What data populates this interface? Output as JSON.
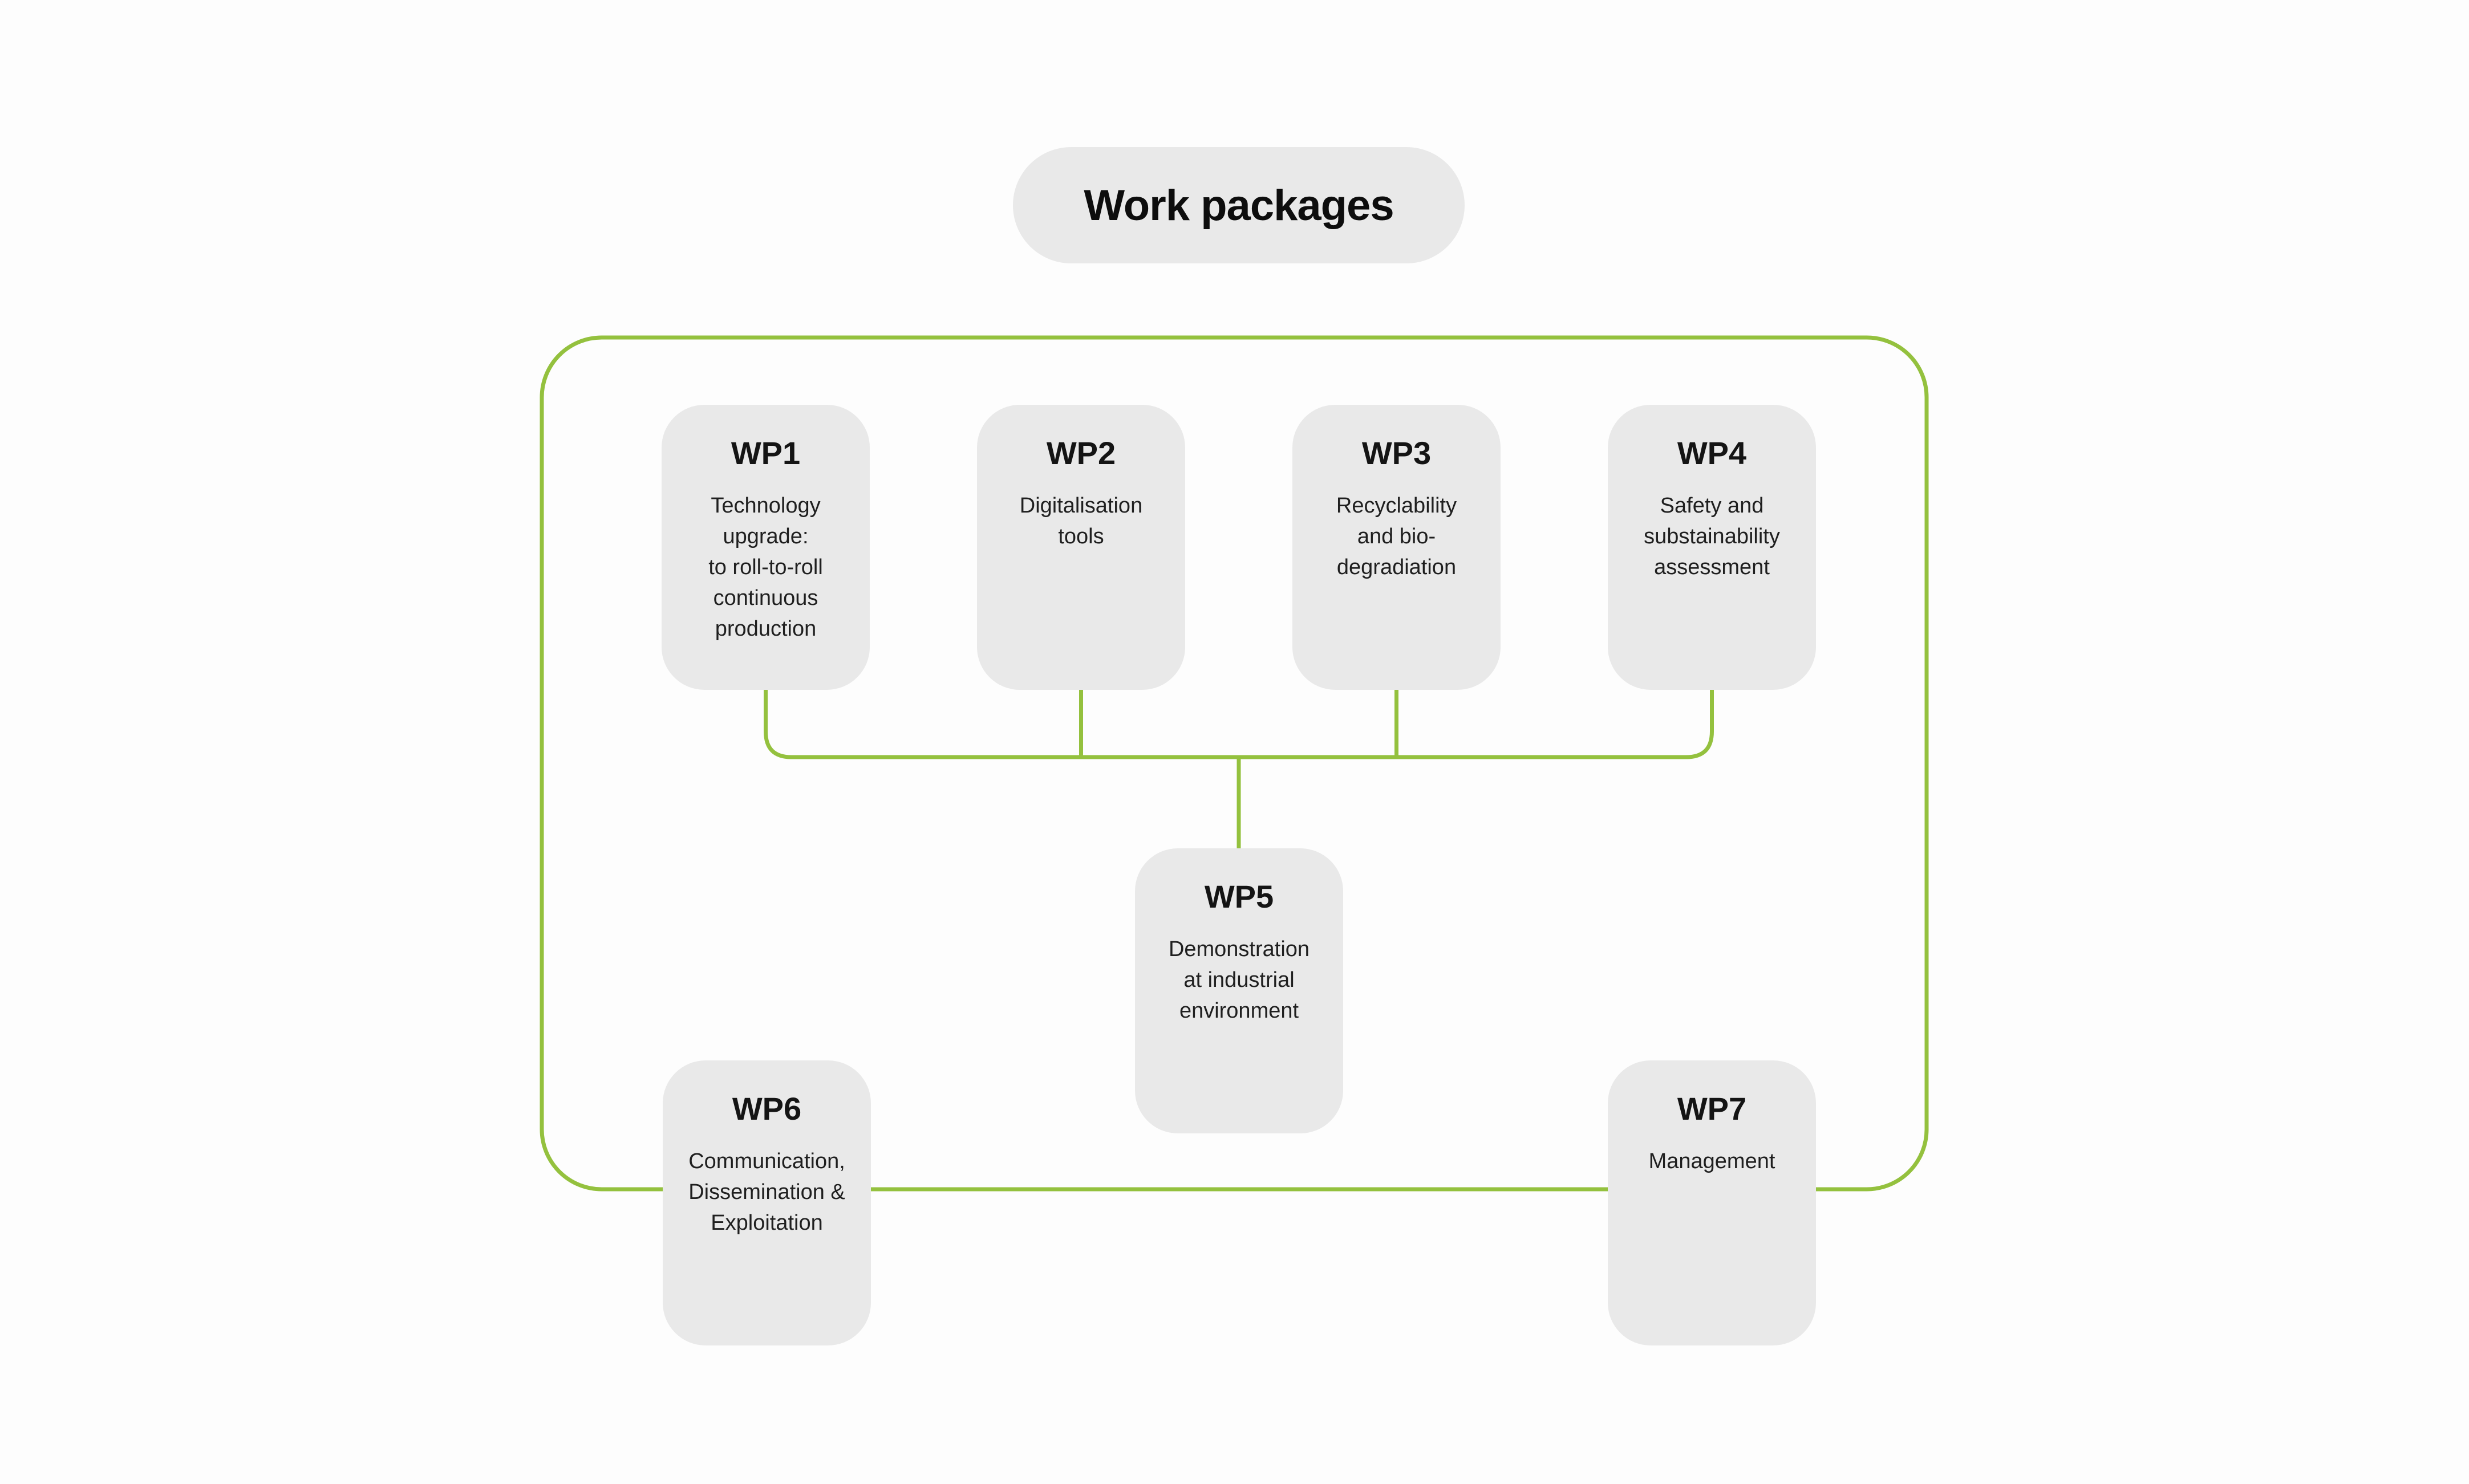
{
  "title": {
    "label": "Work packages"
  },
  "colors": {
    "accent_green": "#94C13E",
    "box_gray": "#E9E9E9",
    "text_black": "#1A1A1A",
    "background": "#FDFDFD"
  },
  "work_packages": [
    {
      "id": "WP1",
      "description": "Technology\nupgrade:\nto roll-to-roll\ncontinuous\nproduction"
    },
    {
      "id": "WP2",
      "description": "Digitalisation\ntools"
    },
    {
      "id": "WP3",
      "description": "Recyclability\nand bio-\ndegradiation"
    },
    {
      "id": "WP4",
      "description": "Safety and\nsubstainability\nassessment"
    },
    {
      "id": "WP5",
      "description": "Demonstration\nat industrial\nenvironment"
    },
    {
      "id": "WP6",
      "description": "Communication,\nDissemination &\nExploitation"
    },
    {
      "id": "WP7",
      "description": "Management"
    }
  ]
}
